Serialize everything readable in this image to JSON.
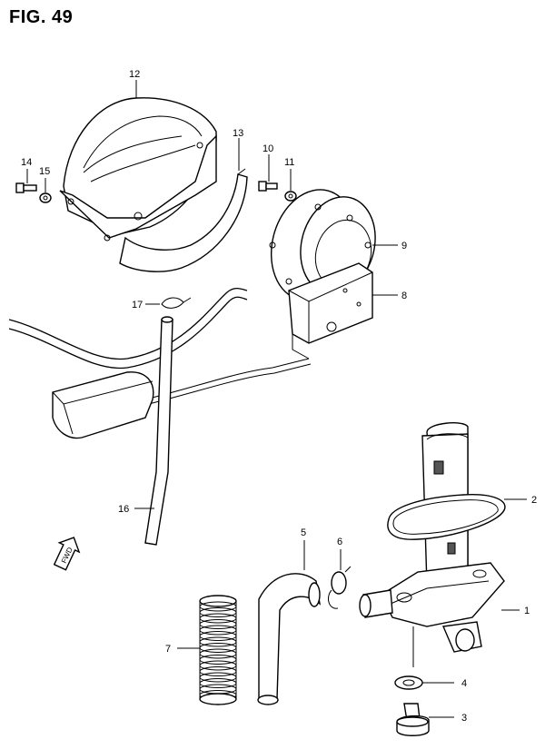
{
  "figure": {
    "title": "FIG. 49"
  },
  "direction_marker": {
    "text": "FWD"
  },
  "callouts": [
    {
      "id": "c12",
      "label": "12"
    },
    {
      "id": "c13",
      "label": "13"
    },
    {
      "id": "c14",
      "label": "14"
    },
    {
      "id": "c15",
      "label": "15"
    },
    {
      "id": "c10",
      "label": "10"
    },
    {
      "id": "c11",
      "label": "11"
    },
    {
      "id": "c9",
      "label": "9"
    },
    {
      "id": "c8",
      "label": "8"
    },
    {
      "id": "c17",
      "label": "17"
    },
    {
      "id": "c16",
      "label": "16"
    },
    {
      "id": "c2",
      "label": "2"
    },
    {
      "id": "c1",
      "label": "1"
    },
    {
      "id": "c5",
      "label": "5"
    },
    {
      "id": "c6",
      "label": "6"
    },
    {
      "id": "c7",
      "label": "7"
    },
    {
      "id": "c4",
      "label": "4"
    },
    {
      "id": "c3",
      "label": "3"
    }
  ]
}
